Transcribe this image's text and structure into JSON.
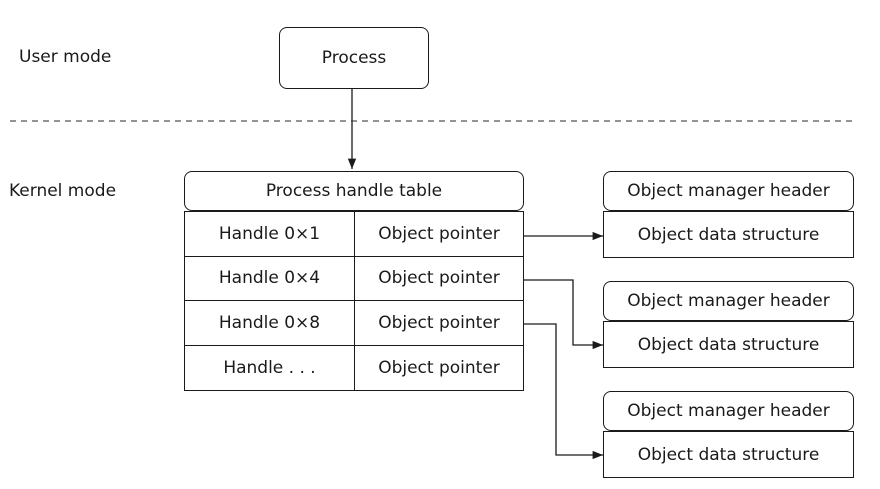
{
  "labels": {
    "user_mode": "User mode",
    "kernel_mode": "Kernel mode"
  },
  "process": "Process",
  "handle_table": {
    "title": "Process handle table",
    "rows": [
      {
        "handle": "Handle 0×1",
        "pointer": "Object pointer"
      },
      {
        "handle": "Handle 0×4",
        "pointer": "Object pointer"
      },
      {
        "handle": "Handle 0×8",
        "pointer": "Object pointer"
      },
      {
        "handle": "Handle . . .",
        "pointer": "Object pointer"
      }
    ]
  },
  "objects": [
    {
      "header": "Object manager header",
      "body": "Object data structure"
    },
    {
      "header": "Object manager header",
      "body": "Object data structure"
    },
    {
      "header": "Object manager header",
      "body": "Object data structure"
    }
  ],
  "colors": {
    "line": "#1a1a1a",
    "dash": "#555555"
  }
}
